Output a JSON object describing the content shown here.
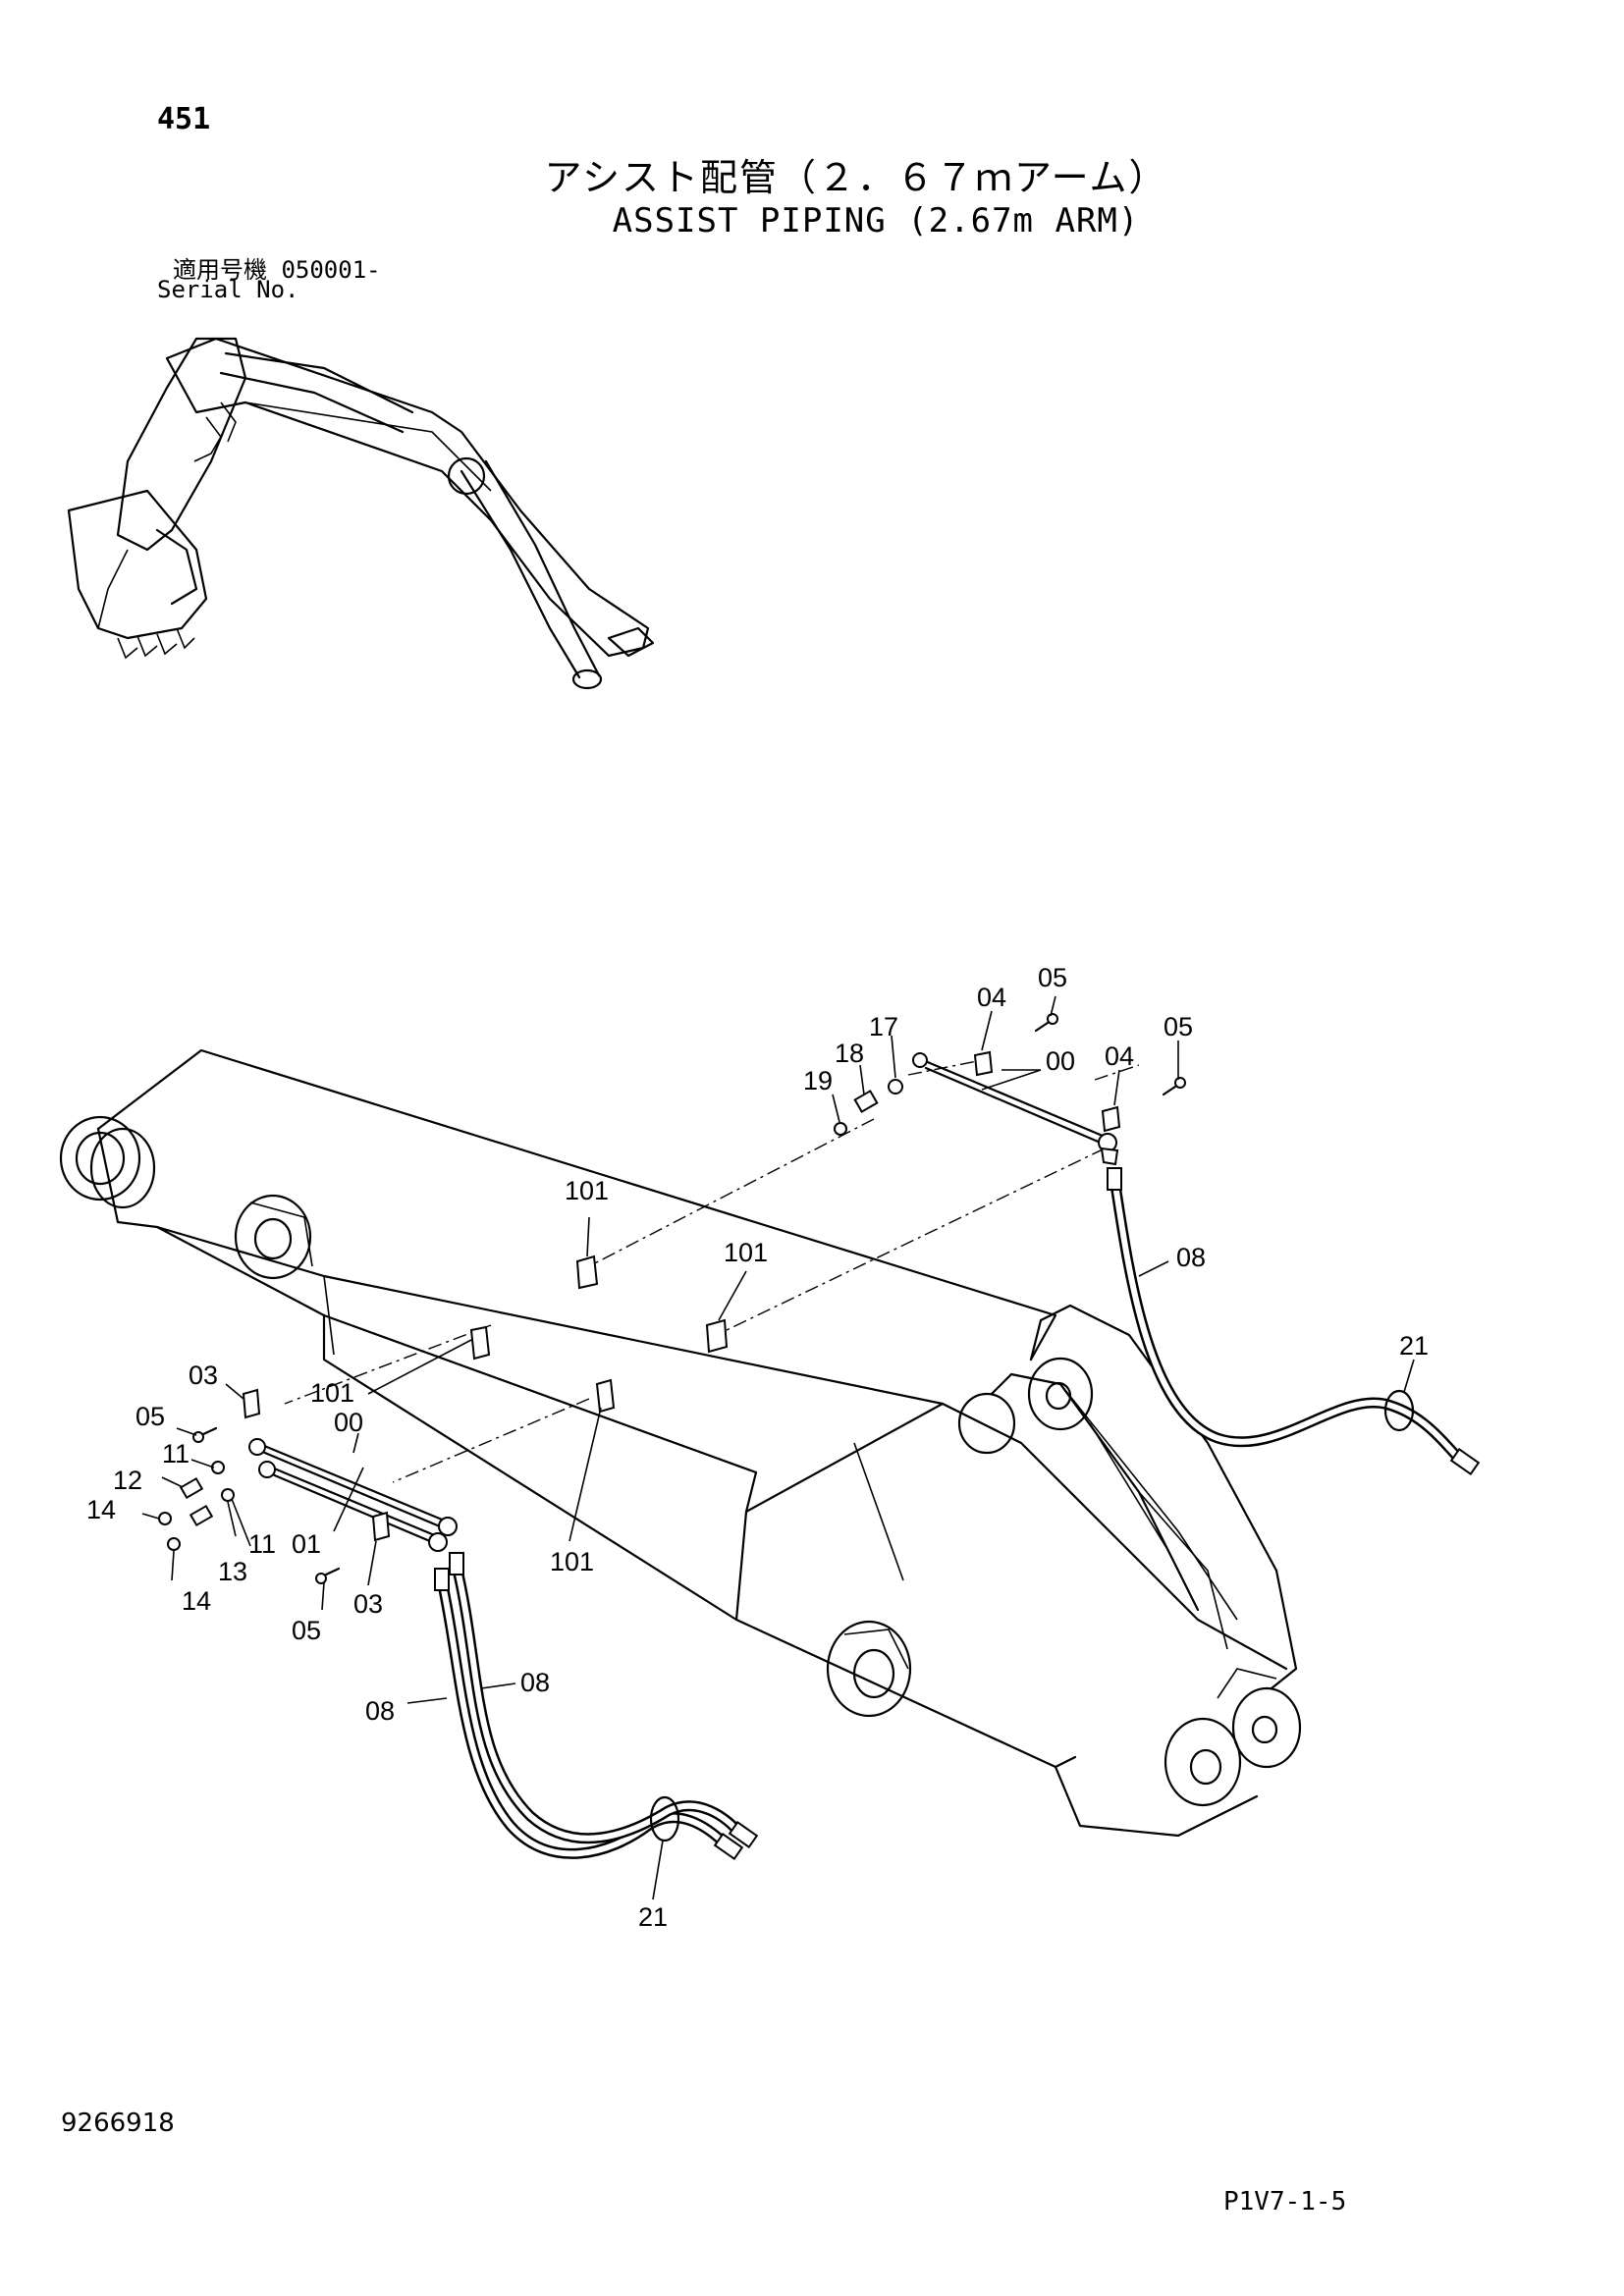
{
  "header": {
    "page_number": "451",
    "title_jp": "アシスト配管（２．６７ｍアーム）",
    "title_en": "ASSIST PIPING (2.67m ARM)",
    "serial_jp": "適用号機  050001-",
    "serial_en": "Serial No."
  },
  "footer": {
    "document_number": "9266918",
    "page_code": "P1V7-1-5"
  },
  "callouts": {
    "c05a": "05",
    "c04a": "04",
    "c00a": "00",
    "c04b": "04",
    "c05b": "05",
    "c17": "17",
    "c18": "18",
    "c19": "19",
    "c101a": "101",
    "c101b": "101",
    "c101c": "101",
    "c101d": "101",
    "c08a": "08",
    "c21a": "21",
    "c03a": "03",
    "c05c": "05",
    "c11a": "11",
    "c12": "12",
    "c14a": "14",
    "c13": "13",
    "c14b": "14",
    "c11b": "11",
    "c01": "01",
    "c00b": "00",
    "c05d": "05",
    "c03b": "03",
    "c08b": "08",
    "c08c": "08",
    "c21b": "21"
  }
}
